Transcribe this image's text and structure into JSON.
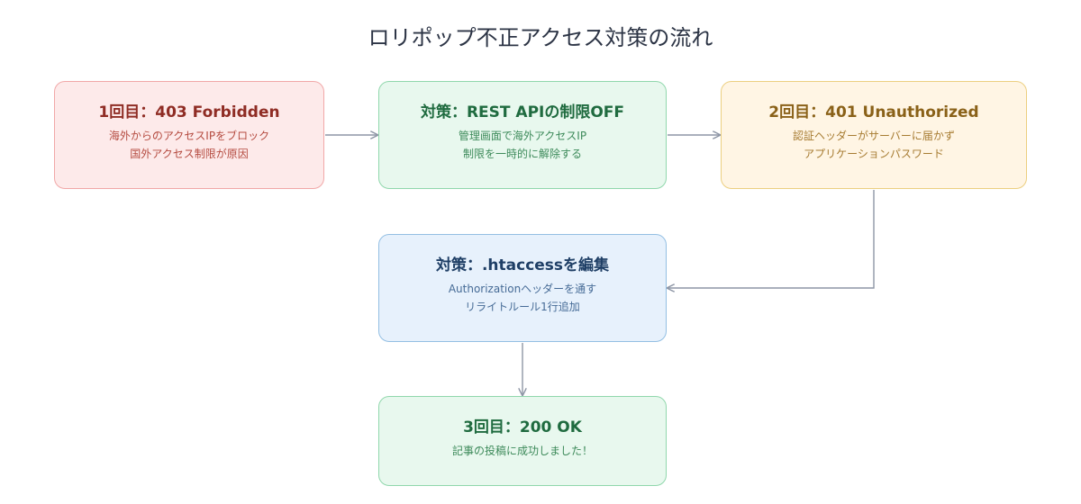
{
  "title": "ロリポップ不正アクセス対策の流れ",
  "nodes": {
    "step1": {
      "title": "1回目：403 Forbidden",
      "lines": [
        "海外からのアクセスIPをブロック",
        "国外アクセス制限が原因"
      ]
    },
    "fix1": {
      "title": "対策：REST APIの制限OFF",
      "lines": [
        "管理画面で海外アクセスIP",
        "制限を一時的に解除する"
      ]
    },
    "step2": {
      "title": "2回目：401 Unauthorized",
      "lines": [
        "認証ヘッダーがサーバーに届かず",
        "アプリケーションパスワード"
      ]
    },
    "fix2": {
      "title": "対策：.htaccessを編集",
      "lines": [
        "Authorizationヘッダーを通す",
        "リライトルール1行追加"
      ]
    },
    "step3": {
      "title": "3回目：200 OK",
      "lines": [
        "記事の投稿に成功しました！"
      ]
    }
  }
}
